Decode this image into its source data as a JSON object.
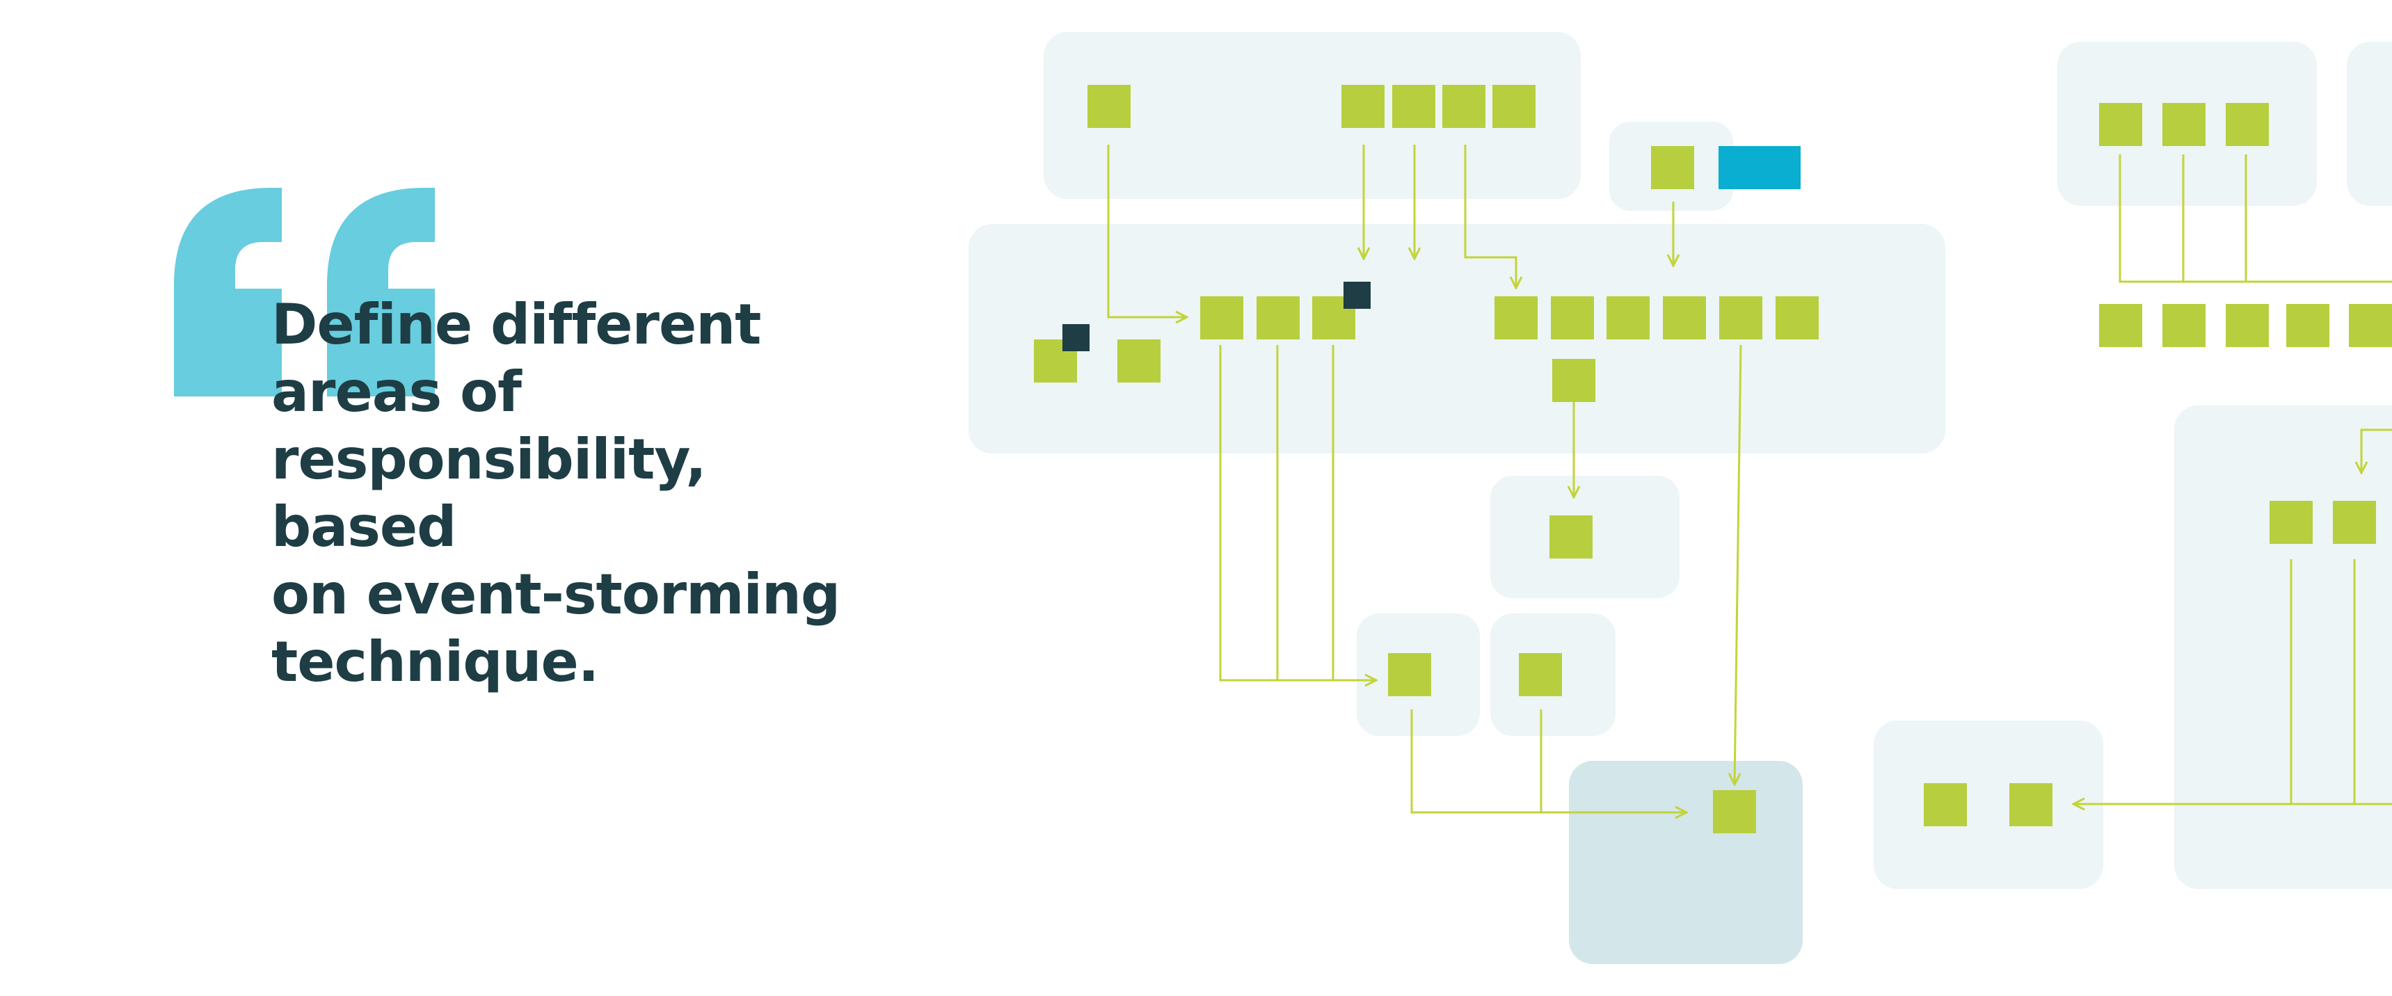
{
  "quote": {
    "text": "Define different areas of responsibility, based on event-storming technique.",
    "lines": [
      "Define different",
      "areas of",
      "responsibility, based",
      "on event-storming",
      "technique."
    ]
  },
  "colors": {
    "background": "#ffffff",
    "quote_mark": "#67cddf",
    "quote_text": "#1e3d44",
    "area_light": "#edf5f6",
    "area_highlight": "#d3e6ea",
    "event_sticky": "#b7cf3e",
    "connector": "#c2d43a",
    "marker_dark": "#1e3d44",
    "marker_blue": "#0aaed0"
  },
  "icons": {
    "quote": "open-quote-icon",
    "event": "event-sticky-note",
    "marker": "dark-square-marker",
    "external": "blue-rectangle-marker"
  }
}
